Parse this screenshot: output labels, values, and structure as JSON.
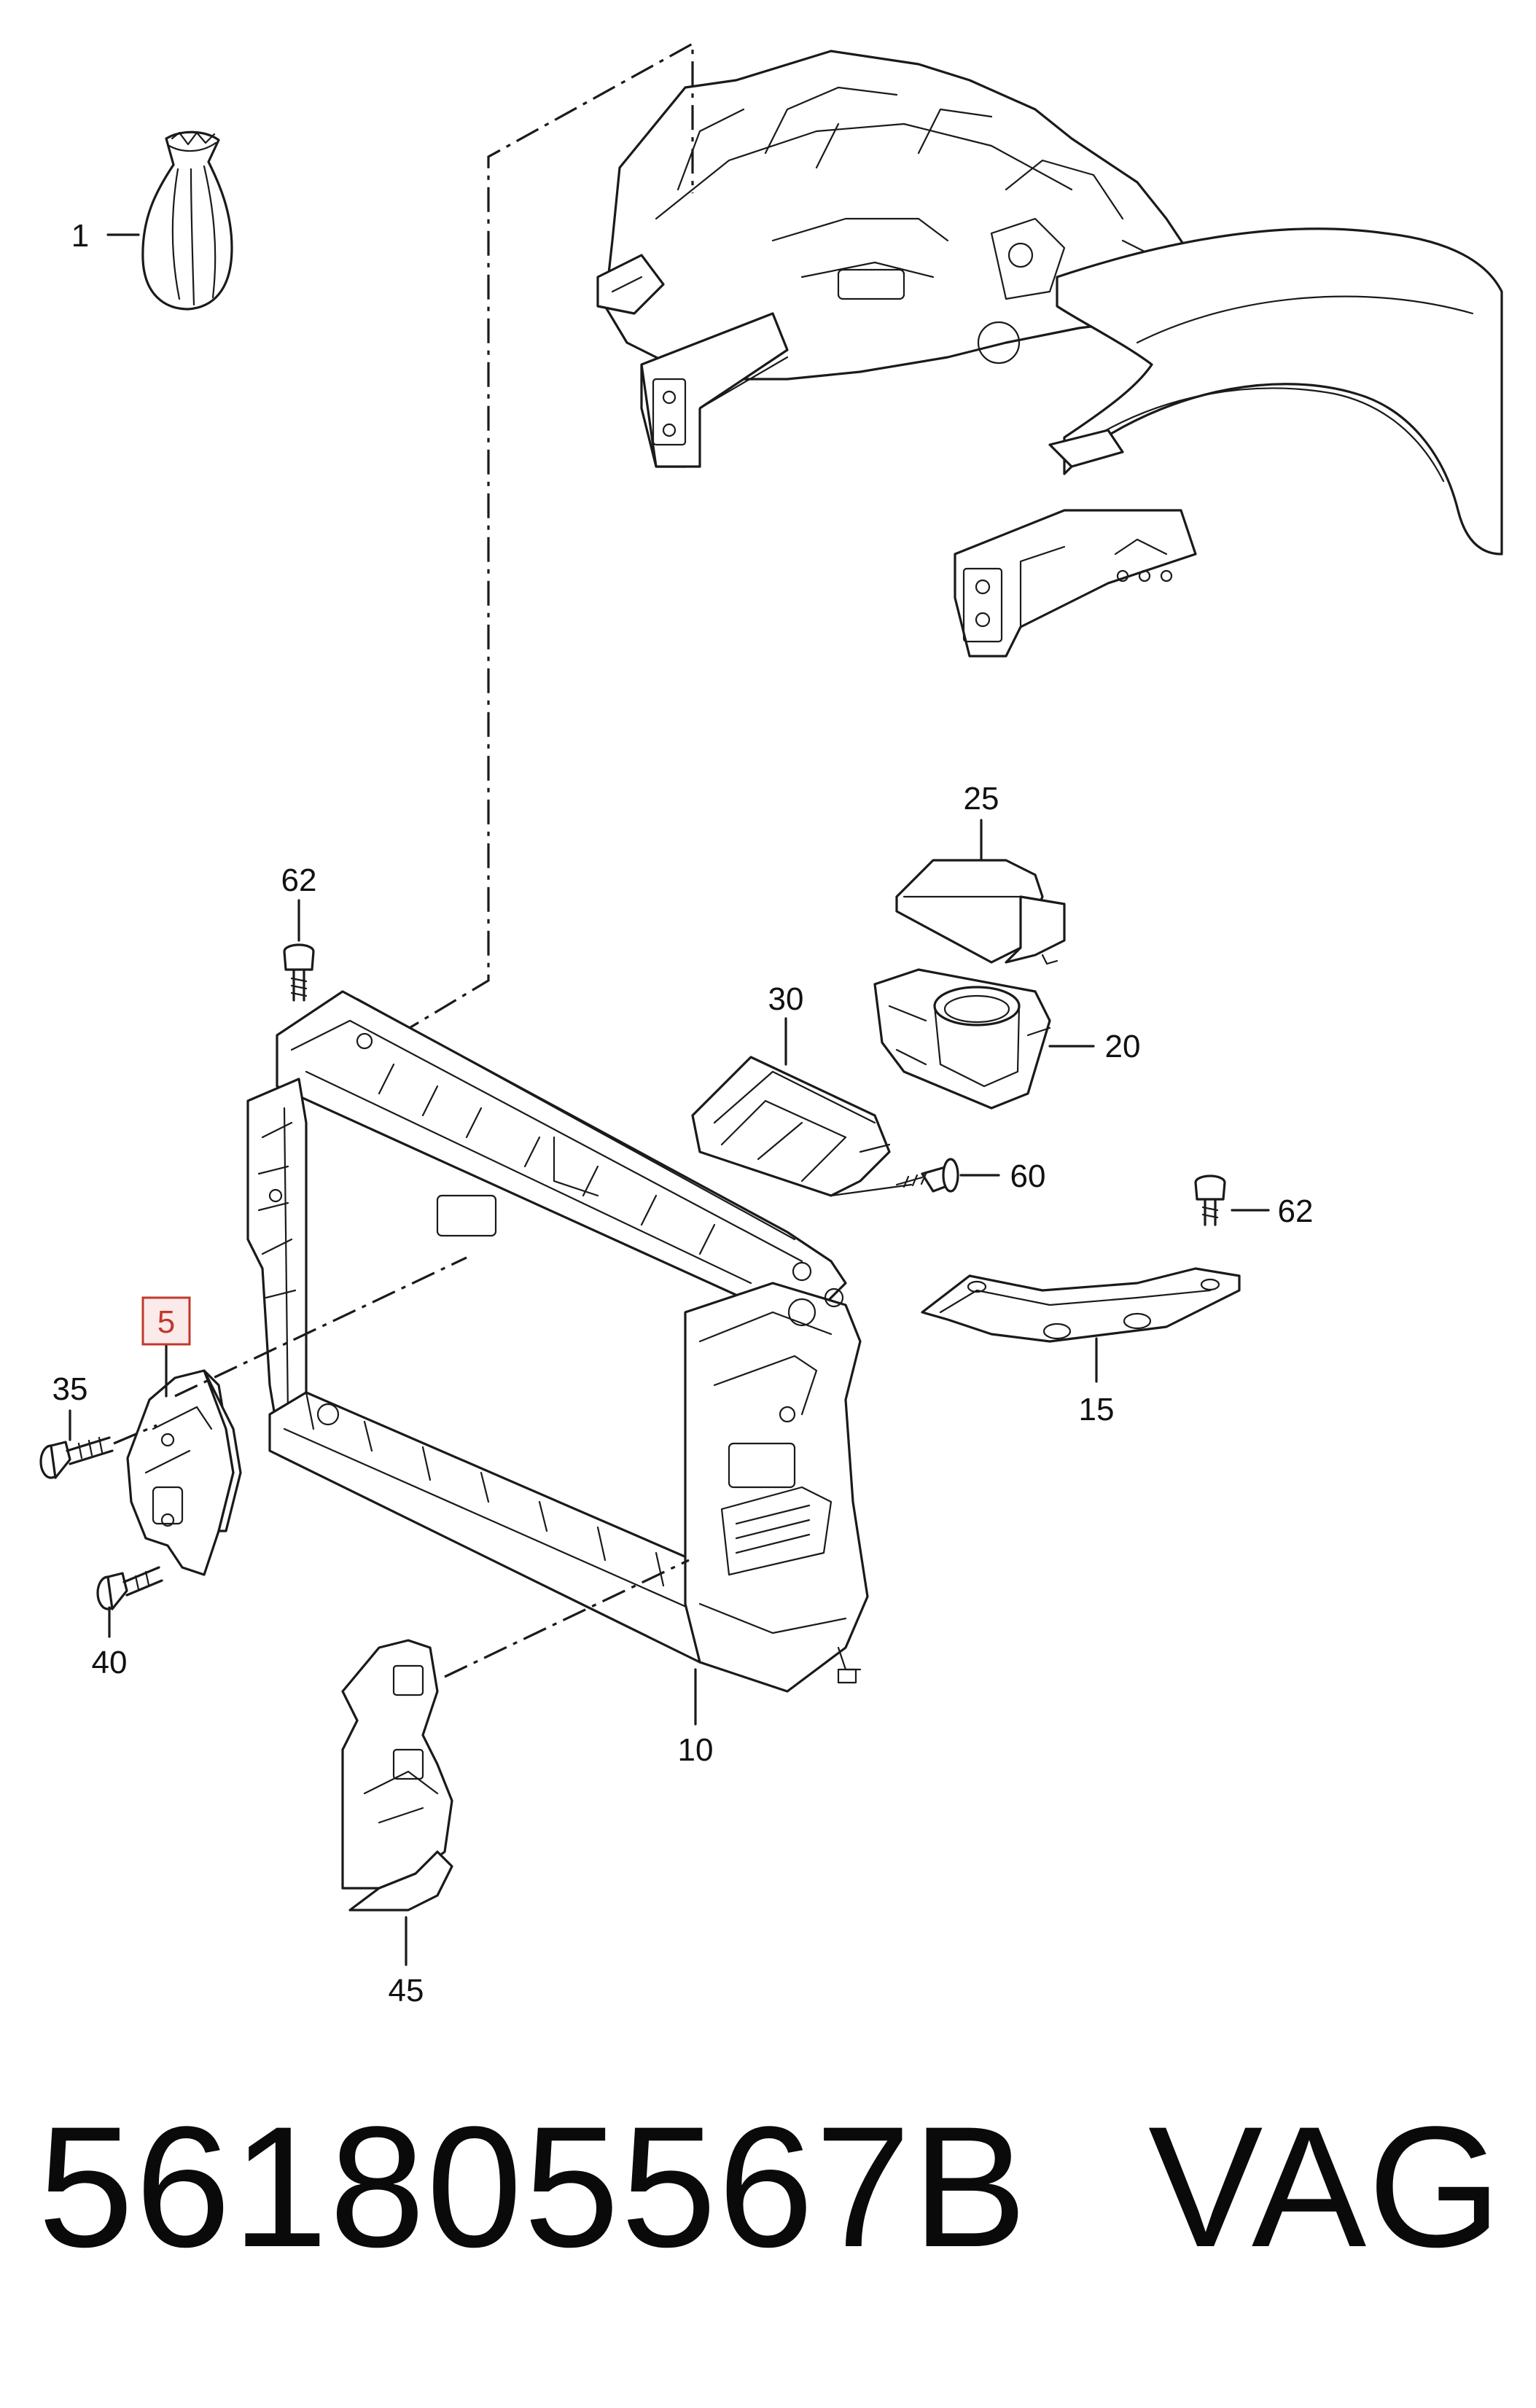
{
  "diagram": {
    "callouts": [
      {
        "id": "c1",
        "label": "1"
      },
      {
        "id": "c25",
        "label": "25"
      },
      {
        "id": "c62a",
        "label": "62"
      },
      {
        "id": "c30",
        "label": "30"
      },
      {
        "id": "c20",
        "label": "20"
      },
      {
        "id": "c60",
        "label": "60"
      },
      {
        "id": "c62b",
        "label": "62"
      },
      {
        "id": "c5",
        "label": "5"
      },
      {
        "id": "c35",
        "label": "35"
      },
      {
        "id": "c15",
        "label": "15"
      },
      {
        "id": "c40",
        "label": "40"
      },
      {
        "id": "c10",
        "label": "10"
      },
      {
        "id": "c45",
        "label": "45"
      }
    ],
    "highlighted_callout": "5",
    "highlight_color": "#c0392b",
    "highlight_fill": "#fbeaea"
  },
  "footer": {
    "part_number": "561805567B",
    "brand": "VAG"
  }
}
